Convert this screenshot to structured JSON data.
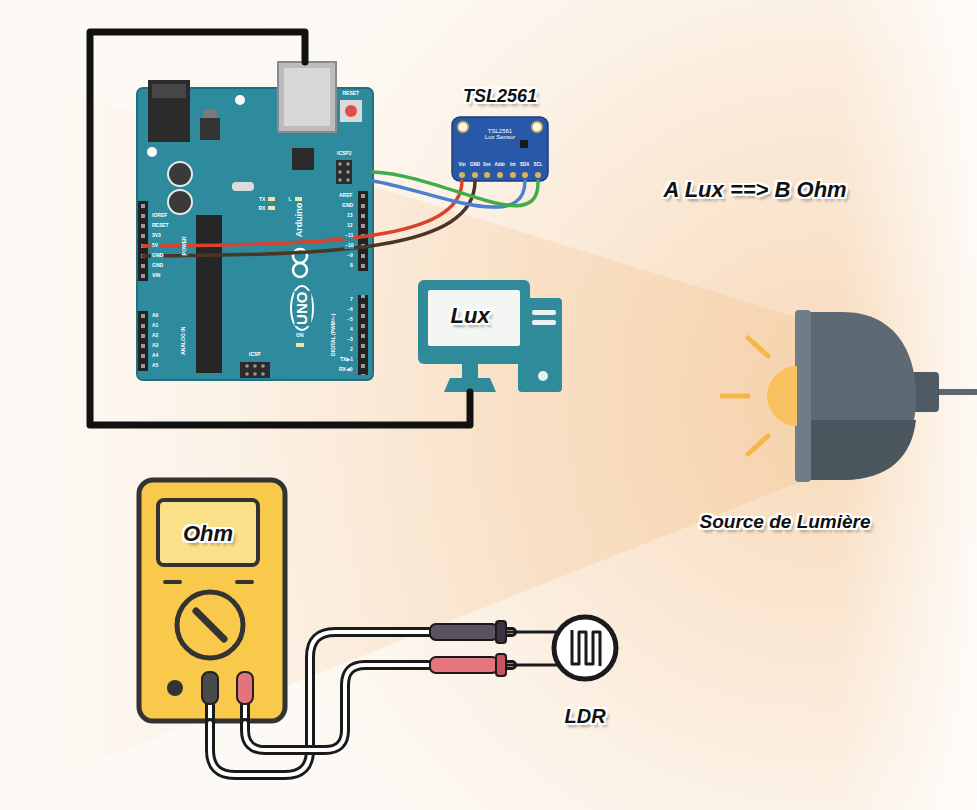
{
  "diagram": {
    "nodes": [
      {
        "text": [
          "Arduino",
          "UNO"
        ]
      },
      {
        "text": [
          "TSL2561",
          "TSL2561 Lux Sensor"
        ]
      },
      {
        "text": [
          "Lux"
        ]
      },
      {
        "text": [
          "Ohm"
        ]
      },
      {
        "text": [
          "LDR"
        ]
      },
      {
        "text": [
          "Source de Lumière"
        ]
      }
    ],
    "edges": [
      {
        "from": 0,
        "to": 1,
        "arrow": "none"
      },
      {
        "from": 0,
        "to": 1,
        "arrow": "none"
      },
      {
        "from": 0,
        "to": 1,
        "arrow": "none"
      },
      {
        "from": 0,
        "to": 1,
        "arrow": "none"
      },
      {
        "from": 0,
        "to": 2,
        "arrow": "none"
      },
      {
        "from": 3,
        "to": 4,
        "arrow": "none"
      },
      {
        "from": 3,
        "to": 4,
        "arrow": "none"
      }
    ],
    "labels": [
      "A Lux ==> B Ohm",
      "RESET",
      "ICSP2",
      "TX",
      "RX",
      "L",
      "AREF",
      "GND",
      "13",
      "12",
      "~11",
      "~10",
      "~9",
      "8",
      "7",
      "~6",
      "~5",
      "4",
      "~3",
      "2",
      "TX▶1",
      "RX◀0",
      "DIGITAL (PWM=~)",
      "IOREF",
      "RESET",
      "3V3",
      "5V",
      "GND",
      "GND",
      "VIN",
      "POWER",
      "A0",
      "A1",
      "A2",
      "A3",
      "A4",
      "A5",
      "ANALOG IN",
      "ICSP",
      "ON",
      "Vin",
      "GND",
      "3vo",
      "Addr",
      "Int",
      "SDA",
      "SCL"
    ]
  }
}
